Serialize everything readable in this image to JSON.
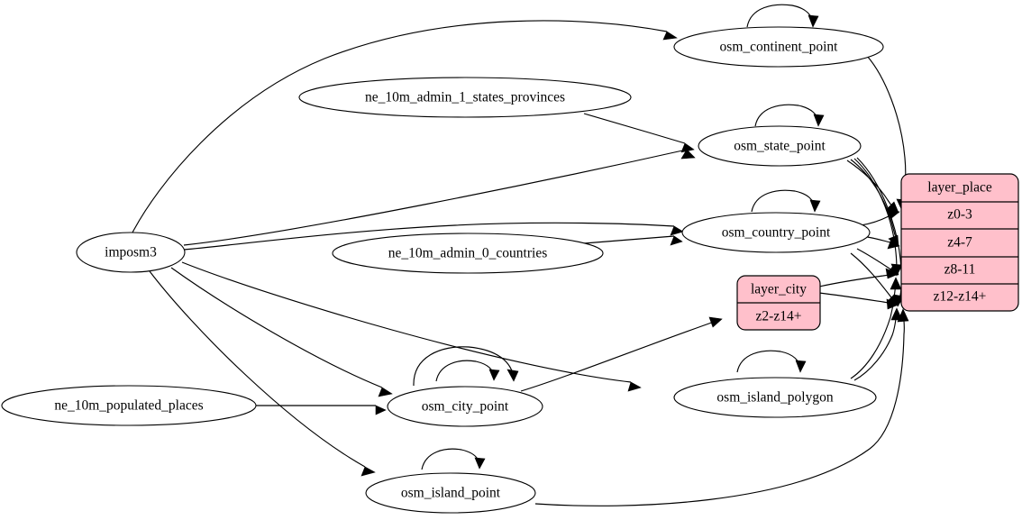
{
  "diagram": {
    "type": "directed-graph",
    "title": "",
    "background_color": "#ffffff",
    "node_fill_color": "#ffffff",
    "record_fill_color": "#ffc0cb",
    "edge_color": "#000000",
    "text_color": "#000000"
  },
  "nodes": {
    "imposm3": {
      "label": "imposm3",
      "shape": "ellipse"
    },
    "ne_states": {
      "label": "ne_10m_admin_1_states_provinces",
      "shape": "ellipse"
    },
    "ne_countries": {
      "label": "ne_10m_admin_0_countries",
      "shape": "ellipse"
    },
    "ne_populated": {
      "label": "ne_10m_populated_places",
      "shape": "ellipse"
    },
    "osm_continent_point": {
      "label": "osm_continent_point",
      "shape": "ellipse"
    },
    "osm_state_point": {
      "label": "osm_state_point",
      "shape": "ellipse"
    },
    "osm_country_point": {
      "label": "osm_country_point",
      "shape": "ellipse"
    },
    "osm_city_point": {
      "label": "osm_city_point",
      "shape": "ellipse"
    },
    "osm_island_point": {
      "label": "osm_island_point",
      "shape": "ellipse"
    },
    "osm_island_polygon": {
      "label": "osm_island_polygon",
      "shape": "ellipse"
    }
  },
  "records": {
    "layer_place": {
      "header": "layer_place",
      "rows": [
        "z0-3",
        "z4-7",
        "z8-11",
        "z12-z14+"
      ]
    },
    "layer_city": {
      "header": "layer_city",
      "rows": [
        "z2-z14+"
      ]
    }
  },
  "edges": [
    {
      "from": "imposm3",
      "to": "osm_continent_point"
    },
    {
      "from": "imposm3",
      "to": "osm_state_point"
    },
    {
      "from": "imposm3",
      "to": "osm_country_point"
    },
    {
      "from": "imposm3",
      "to": "osm_city_point"
    },
    {
      "from": "imposm3",
      "to": "osm_island_point"
    },
    {
      "from": "imposm3",
      "to": "osm_island_polygon"
    },
    {
      "from": "ne_states",
      "to": "osm_state_point"
    },
    {
      "from": "ne_countries",
      "to": "osm_country_point"
    },
    {
      "from": "ne_populated",
      "to": "osm_city_point"
    },
    {
      "from": "osm_continent_point",
      "to": "osm_continent_point"
    },
    {
      "from": "osm_state_point",
      "to": "osm_state_point"
    },
    {
      "from": "osm_country_point",
      "to": "osm_country_point"
    },
    {
      "from": "osm_city_point",
      "to": "osm_city_point"
    },
    {
      "from": "osm_island_point",
      "to": "osm_island_point"
    },
    {
      "from": "osm_island_polygon",
      "to": "osm_island_polygon"
    },
    {
      "from": "osm_continent_point",
      "to": "layer_place.z0-3"
    },
    {
      "from": "osm_state_point",
      "to": "layer_place.z4-7"
    },
    {
      "from": "osm_state_point",
      "to": "layer_place.z8-11"
    },
    {
      "from": "osm_state_point",
      "to": "layer_place.z12-z14+"
    },
    {
      "from": "osm_country_point",
      "to": "layer_place.z0-3"
    },
    {
      "from": "osm_country_point",
      "to": "layer_place.z4-7"
    },
    {
      "from": "osm_country_point",
      "to": "layer_place.z8-11"
    },
    {
      "from": "osm_country_point",
      "to": "layer_place.z12-z14+"
    },
    {
      "from": "osm_island_polygon",
      "to": "layer_place.z8-11"
    },
    {
      "from": "osm_island_polygon",
      "to": "layer_place.z12-z14+"
    },
    {
      "from": "osm_island_point",
      "to": "layer_place.z12-z14+"
    },
    {
      "from": "layer_city",
      "to": "layer_place.z8-11"
    },
    {
      "from": "layer_city",
      "to": "layer_place.z12-z14+"
    },
    {
      "from": "osm_city_point",
      "to": "layer_city.z2-z14+"
    }
  ]
}
